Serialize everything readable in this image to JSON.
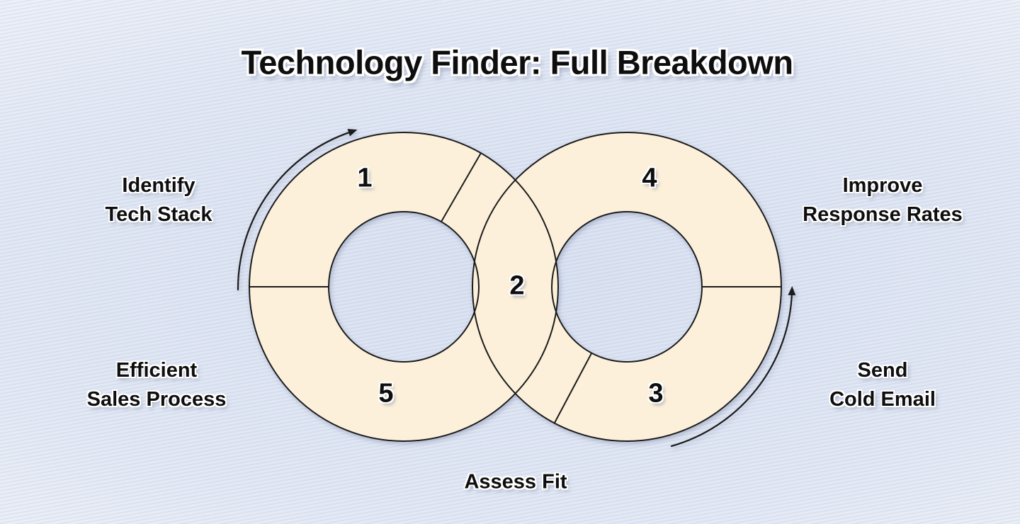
{
  "title": "Technology Finder: Full Breakdown",
  "diagram": {
    "type": "infinity-loop-process",
    "steps": [
      {
        "number": "1",
        "label": "Identify Tech Stack",
        "label_line1": "Identify",
        "label_line2": "Tech Stack",
        "position": "left-loop-top"
      },
      {
        "number": "2",
        "label": "Assess Fit",
        "label_line1": "Assess Fit",
        "label_line2": "",
        "position": "center-overlap"
      },
      {
        "number": "3",
        "label": "Send Cold Email",
        "label_line1": "Send",
        "label_line2": "Cold Email",
        "position": "right-loop-bottom"
      },
      {
        "number": "4",
        "label": "Improve Response Rates",
        "label_line1": "Improve",
        "label_line2": "Response Rates",
        "position": "right-loop-top"
      },
      {
        "number": "5",
        "label": "Efficient Sales Process",
        "label_line1": "Efficient",
        "label_line2": "Sales Process",
        "position": "left-loop-bottom"
      }
    ],
    "arrows": [
      {
        "name": "left-loop-arrow",
        "direction": "clockwise",
        "position": "upper-left-of-left-ring"
      },
      {
        "name": "right-loop-arrow",
        "direction": "counterclockwise",
        "position": "lower-right-of-right-ring"
      }
    ]
  },
  "colors": {
    "ring_fill": "#fcf0da",
    "ring_stroke": "#1c1c1c",
    "background_center": "#dae2f2",
    "background_edge": "#f7f8fb",
    "text": "#0e0e0e"
  }
}
